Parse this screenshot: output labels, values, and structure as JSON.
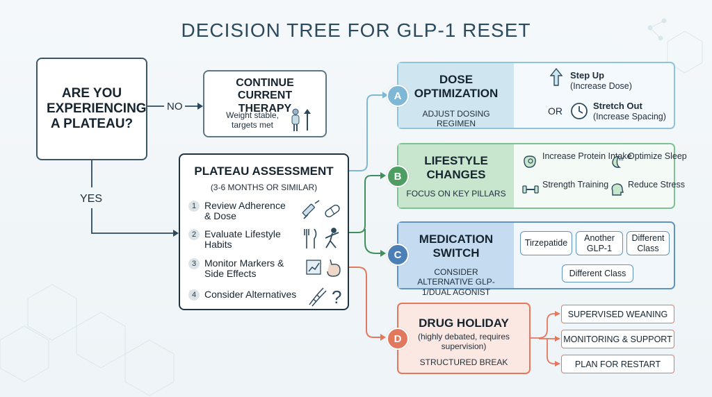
{
  "title": "DECISION TREE FOR GLP-1 RESET",
  "question": "ARE YOU EXPERIENCING A PLATEAU?",
  "branch_no_label": "NO",
  "branch_yes_label": "YES",
  "continue_box": {
    "title": "CONTINUE CURRENT THERAPY",
    "subtitle": "Weight stable, targets met",
    "icon": "person-arrow-up-icon"
  },
  "assessment": {
    "title": "PLATEAU ASSESSMENT",
    "subtitle": "(3-6 MONTHS OR SIMILAR)",
    "steps": [
      {
        "num": "1",
        "label": "Review Adherence & Dose",
        "icons": [
          "syringe-icon",
          "pill-icon"
        ]
      },
      {
        "num": "2",
        "label": "Evaluate Lifestyle Habits",
        "icons": [
          "utensils-icon",
          "exercise-icon"
        ]
      },
      {
        "num": "3",
        "label": "Monitor Markers & Side Effects",
        "icons": [
          "chart-icon",
          "stomach-icon"
        ]
      },
      {
        "num": "4",
        "label": "Consider Alternatives",
        "icons": [
          "dna-icon",
          "question-icon"
        ]
      }
    ]
  },
  "options": {
    "a": {
      "badge": "A",
      "title": "DOSE OPTIMIZATION",
      "subtitle": "ADJUST DOSING REGIMEN",
      "or_label": "OR",
      "choices": [
        {
          "title": "Step Up",
          "detail": "(Increase Dose)",
          "icon": "arrow-up-icon"
        },
        {
          "title": "Stretch Out",
          "detail": "(Increase Spacing)",
          "icon": "clock-icon"
        }
      ]
    },
    "b": {
      "badge": "B",
      "title": "LIFESTYLE CHANGES",
      "subtitle": "FOCUS ON KEY PILLARS",
      "pillars": [
        {
          "label": "Increase Protein Intake",
          "icon": "steak-icon"
        },
        {
          "label": "Optimize Sleep",
          "icon": "moon-icon"
        },
        {
          "label": "Strength Training",
          "icon": "dumbbell-icon"
        },
        {
          "label": "Reduce Stress",
          "icon": "head-icon"
        }
      ]
    },
    "c": {
      "badge": "C",
      "title": "MEDICATION SWITCH",
      "subtitle": "CONSIDER ALTERNATIVE GLP-1/DUAL AGONIST",
      "boxes": [
        "Tirzepatide",
        "Another GLP-1",
        "Different Class",
        "Different Class"
      ]
    },
    "d": {
      "badge": "D",
      "title": "DRUG HOLIDAY",
      "note": "(highly debated, requires supervision)",
      "subtitle": "STRUCTURED BREAK",
      "steps": [
        "SUPERVISED WEANING",
        "MONITORING & SUPPORT",
        "PLAN FOR RESTART"
      ]
    }
  },
  "colors": {
    "a": "#7fb8d6",
    "b": "#4e9e63",
    "c": "#4b7fb6",
    "d": "#e2785e",
    "line": "#3f8e5c",
    "dark": "#2c4a5e"
  }
}
